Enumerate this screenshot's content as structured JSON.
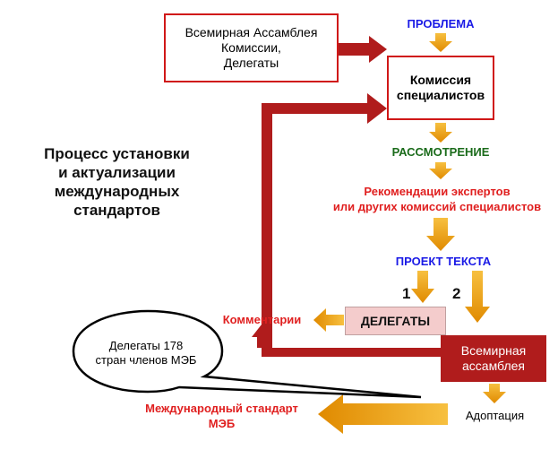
{
  "boxes": {
    "world_assembly_commissions": "Всемирная Ассамблея\nКомиссии,\nДелегаты",
    "specialist_commission": "Комиссия\nспециалистов"
  },
  "labels": {
    "problem": "ПРОБЛЕМА",
    "review": "РАССМОТРЕНИЕ",
    "expert_recommendations": "Рекомендации экспертов\nили других комиссий специалистов",
    "draft_text": "ПРОЕКТ ТЕКСТА",
    "comments": "Комментарии",
    "international_standard": "Международный стандарт\nМЭБ",
    "adoption": "Адоптация"
  },
  "process_title": "Процесс установки\nи актуализации\nмеждународных\nстандартов",
  "delegates_box": "ДЕЛЕГАТЫ",
  "world_assembly_box": "Всемирная\nассамблея",
  "bubble": "Делегаты 178\nстран членов МЭБ",
  "numbers": {
    "one": "1",
    "two": "2"
  },
  "colors": {
    "border_red": "#d01818",
    "dark_red_arrow": "#b01c1c",
    "orange_arrow": "#f0a000",
    "blue_text": "#1a1ae6",
    "green_text": "#1a6b1a",
    "red_text": "#e02020",
    "delegates_fill": "#f4cccc"
  }
}
